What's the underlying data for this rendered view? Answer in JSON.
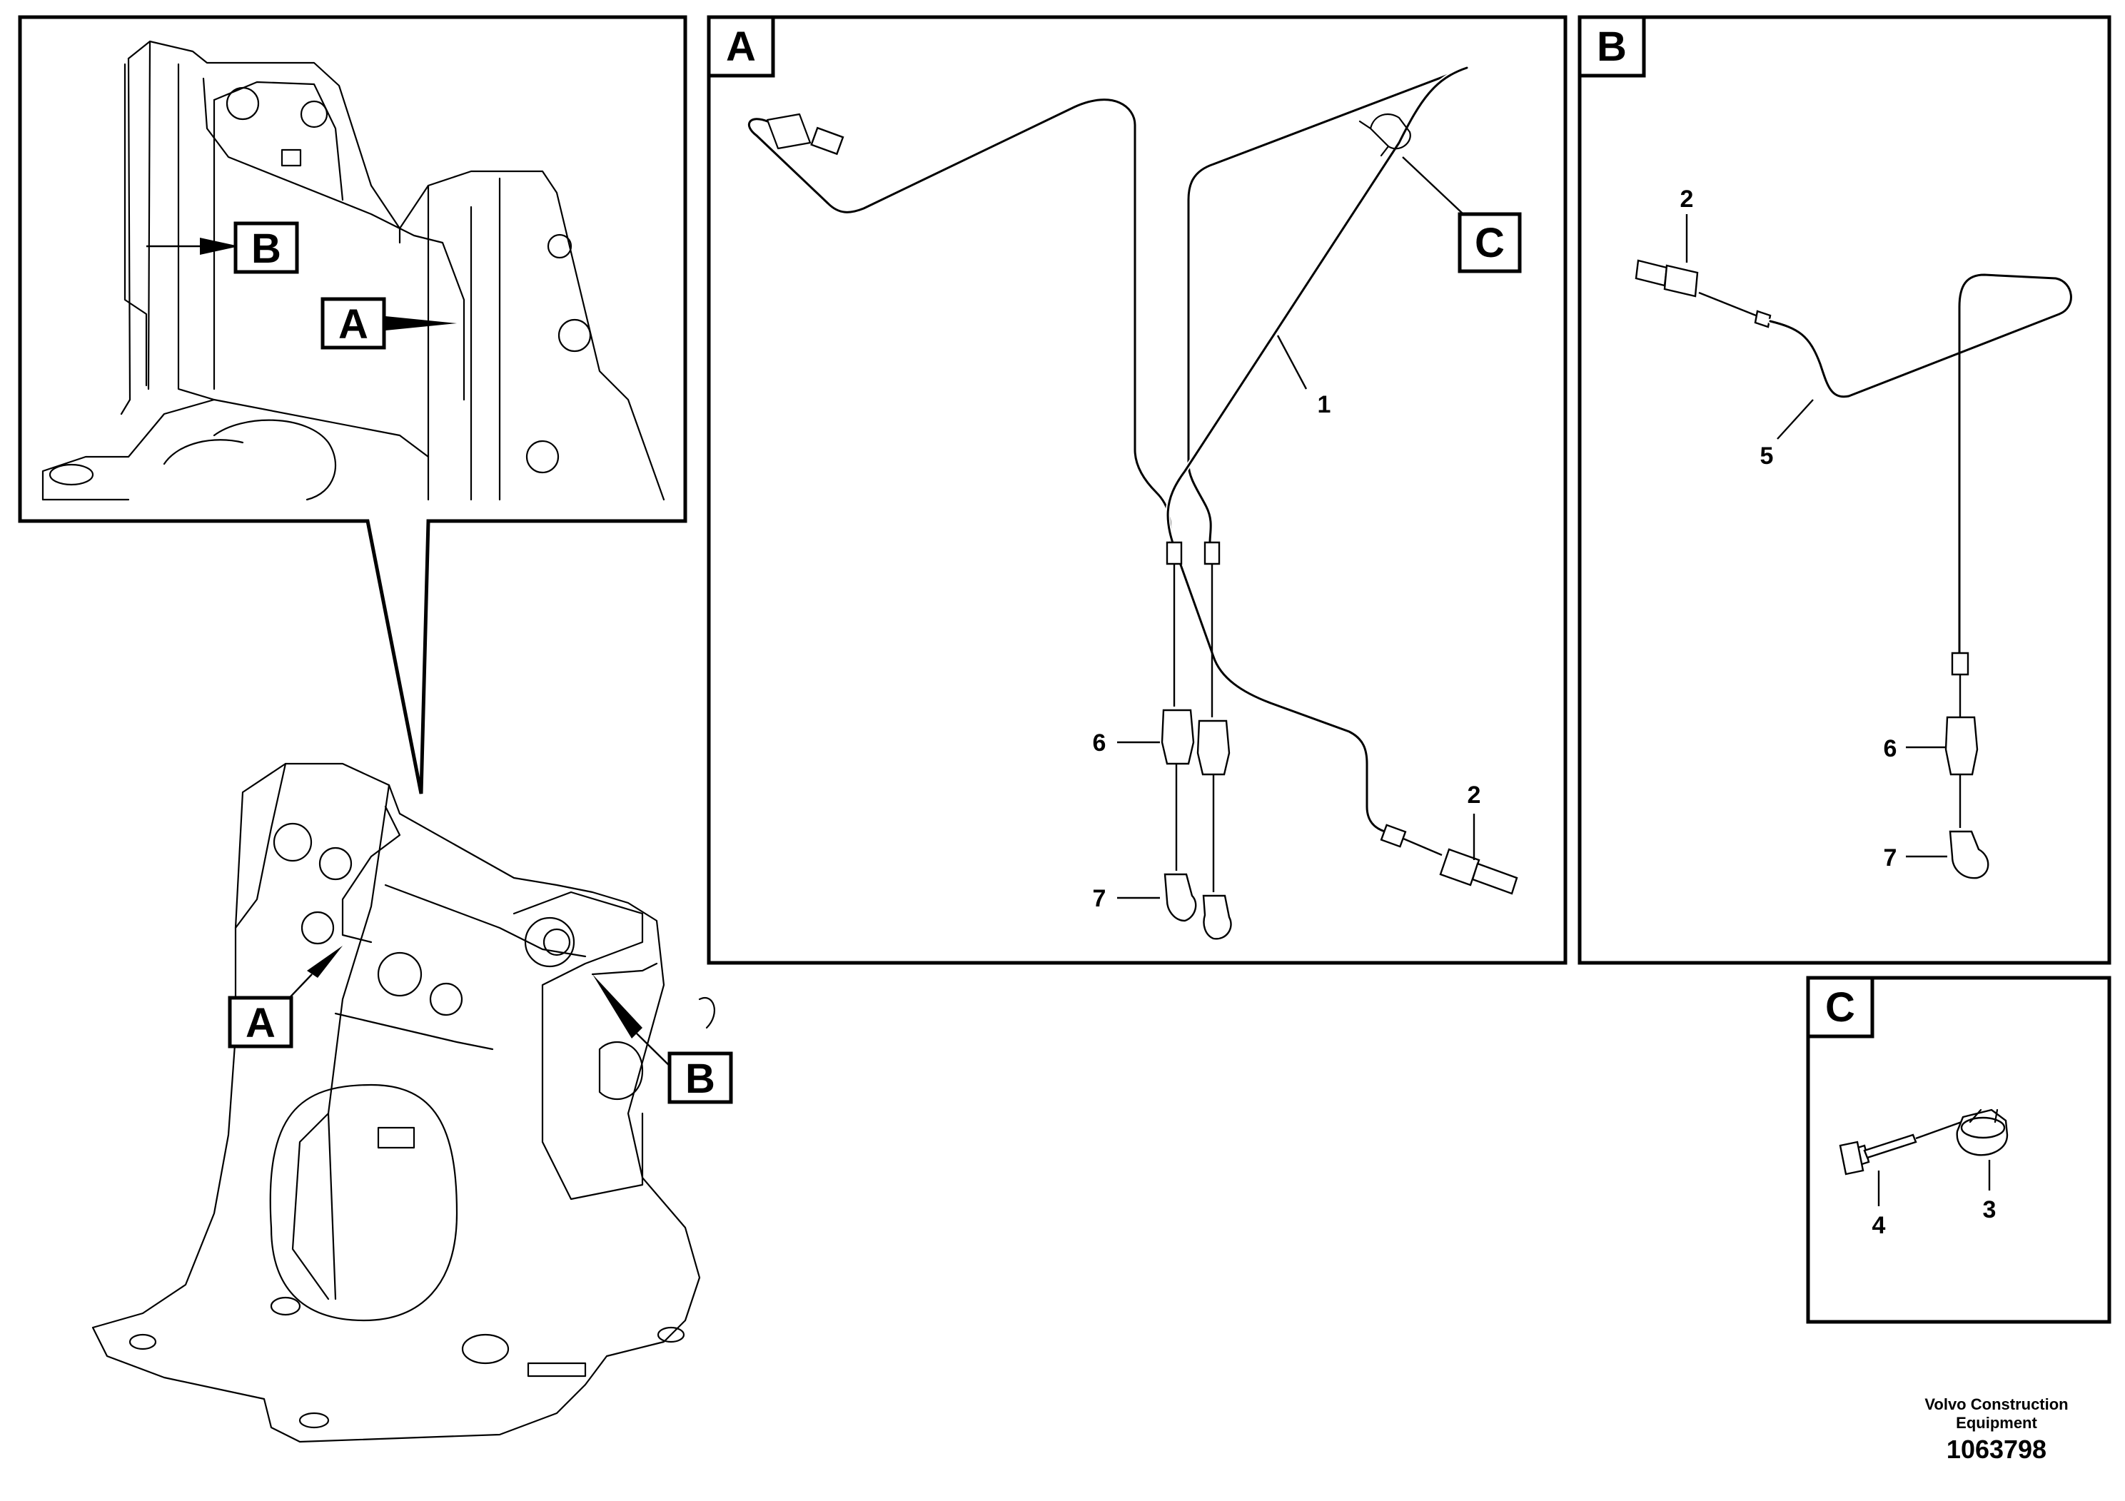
{
  "view_labels": {
    "overview_a": "A",
    "overview_b": "B",
    "frame_a": "A",
    "frame_b": "B",
    "panel_a": "A",
    "panel_b": "B",
    "panel_c": "C",
    "panel_a_ref_c": "C"
  },
  "callouts": {
    "a_1": "1",
    "a_2": "2",
    "a_6": "6",
    "a_7": "7",
    "b_2": "2",
    "b_5": "5",
    "b_6": "6",
    "b_7": "7",
    "c_3": "3",
    "c_4": "4"
  },
  "footer": {
    "brand_line1": "Volvo Construction",
    "brand_line2": "Equipment",
    "doc_number": "1063798"
  }
}
